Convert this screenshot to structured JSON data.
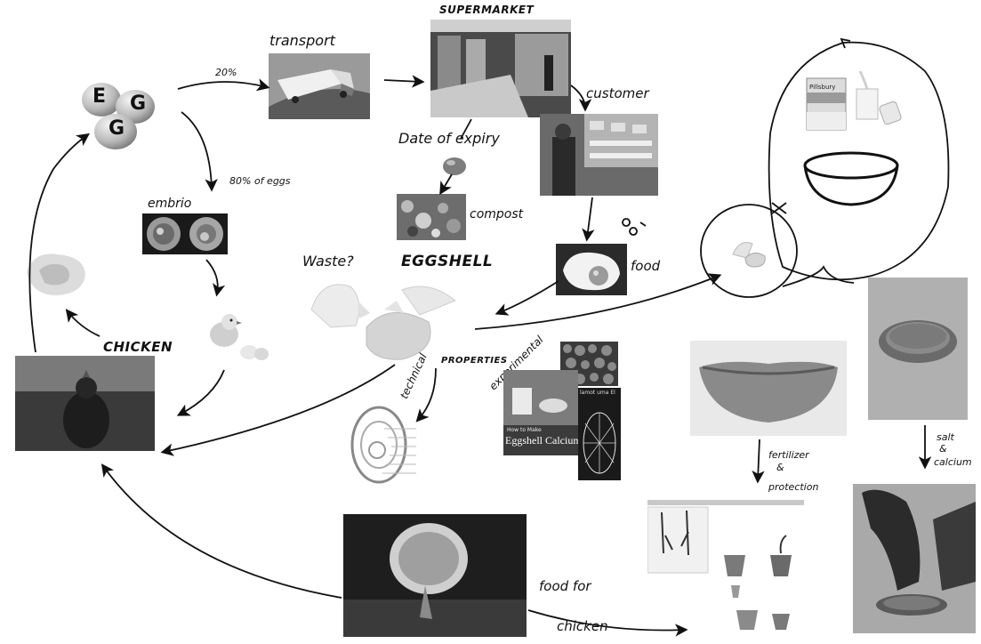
{
  "labels": {
    "transport": "transport",
    "pct_20": "20%",
    "pct_80": "80% of eggs",
    "supermarket": "SUPERMARKET",
    "customer": "customer",
    "date_of_expiry": "Date of expiry",
    "compost": "compost",
    "embrio": "embrio",
    "food": "food",
    "waste": "Waste?",
    "eggshell": "EGGSHELL",
    "chicken": "CHICKEN",
    "properties": "PROPERTIES",
    "technical": "technical",
    "experimental": "experimental",
    "fertilizer_line1": "fertilizer",
    "fertilizer_line2": "&",
    "fertilizer_line3": "protection",
    "salt_line1": "salt",
    "salt_line2": "&",
    "salt_line3": "calcium",
    "food_for": "food for",
    "chicken_small": "chicken"
  },
  "egg_letters": [
    "E",
    "G",
    "G"
  ],
  "book": {
    "small_text": "How to Make",
    "title": "Eggshell Calcium"
  },
  "lamp_text": "lamot uma El",
  "flour_brand": "Pillsbury"
}
